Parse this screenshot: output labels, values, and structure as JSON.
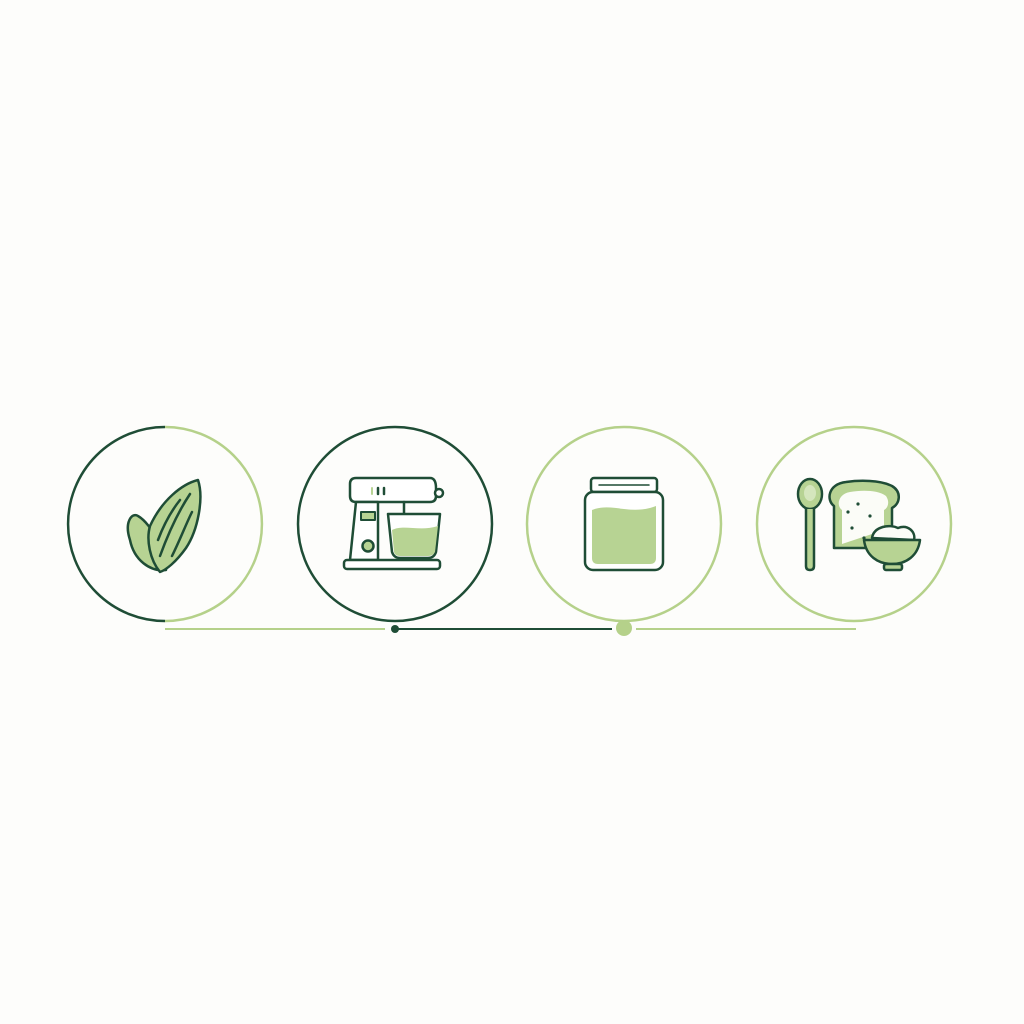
{
  "colors": {
    "background": "#fdfdfb",
    "dark_green": "#1f4d36",
    "light_green": "#b5d18a",
    "fill_green": "#b7d393",
    "icon_stroke": "#1f4d36"
  },
  "steps": [
    {
      "icon": "almond-icon",
      "ring_style": "half-dark-half-light"
    },
    {
      "icon": "stand-mixer-icon",
      "ring_style": "dark"
    },
    {
      "icon": "jar-icon",
      "ring_style": "light"
    },
    {
      "icon": "spoon-toast-bowl-icon",
      "ring_style": "light"
    }
  ],
  "timeline": {
    "segments": [
      "light",
      "dark",
      "light"
    ],
    "nodes": [
      "dark-dot",
      "light-dot"
    ]
  }
}
